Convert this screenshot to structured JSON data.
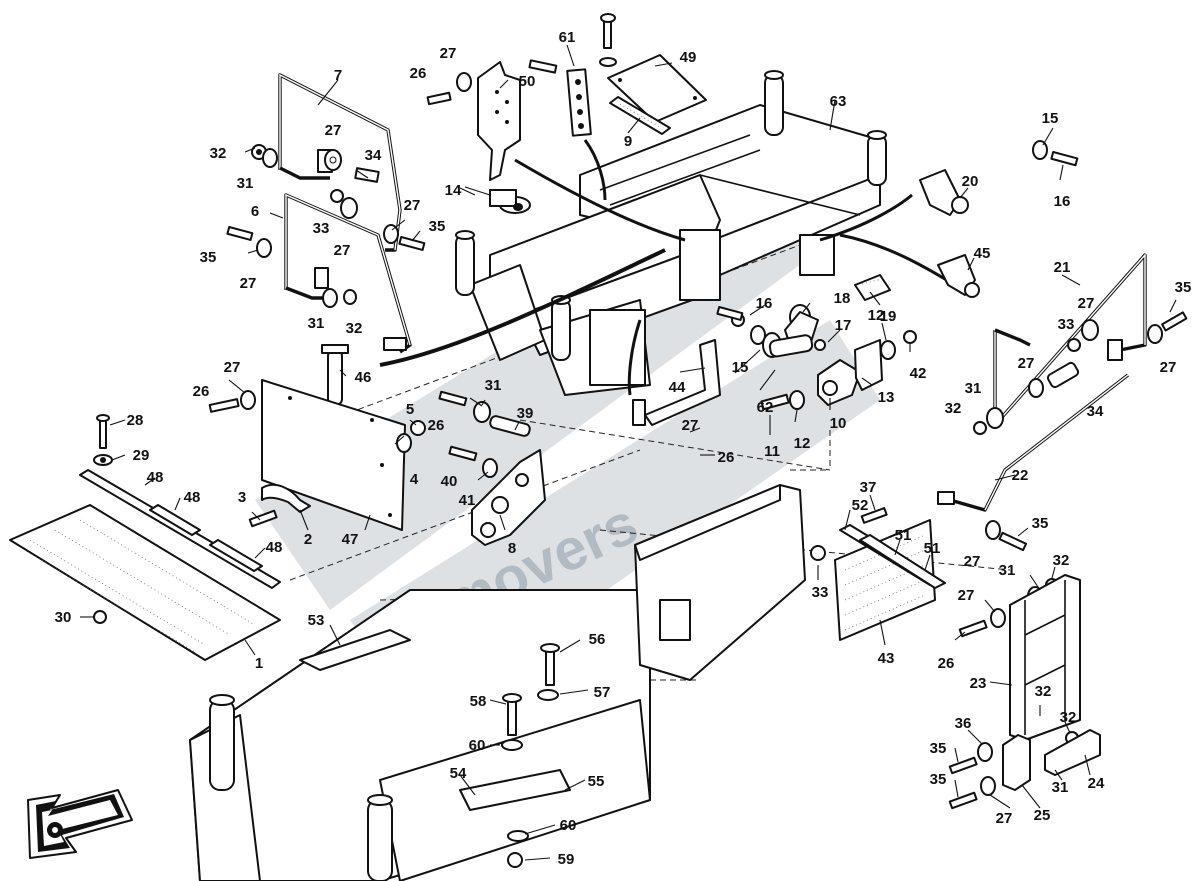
{
  "diagram": {
    "watermark": "movers",
    "callouts": [
      {
        "id": "c1",
        "label": "1"
      },
      {
        "id": "c2",
        "label": "2"
      },
      {
        "id": "c3",
        "label": "3"
      },
      {
        "id": "c4",
        "label": "4"
      },
      {
        "id": "c5",
        "label": "5"
      },
      {
        "id": "c6",
        "label": "6"
      },
      {
        "id": "c7",
        "label": "7"
      },
      {
        "id": "c8",
        "label": "8"
      },
      {
        "id": "c9",
        "label": "9"
      },
      {
        "id": "c10",
        "label": "10"
      },
      {
        "id": "c11",
        "label": "11"
      },
      {
        "id": "c12a",
        "label": "12"
      },
      {
        "id": "c12b",
        "label": "12"
      },
      {
        "id": "c13",
        "label": "13"
      },
      {
        "id": "c14",
        "label": "14"
      },
      {
        "id": "c15a",
        "label": "15"
      },
      {
        "id": "c15b",
        "label": "15"
      },
      {
        "id": "c16a",
        "label": "16"
      },
      {
        "id": "c16b",
        "label": "16"
      },
      {
        "id": "c17",
        "label": "17"
      },
      {
        "id": "c18",
        "label": "18"
      },
      {
        "id": "c19",
        "label": "19"
      },
      {
        "id": "c20",
        "label": "20"
      },
      {
        "id": "c21",
        "label": "21"
      },
      {
        "id": "c22",
        "label": "22"
      },
      {
        "id": "c23",
        "label": "23"
      },
      {
        "id": "c24",
        "label": "24"
      },
      {
        "id": "c25",
        "label": "25"
      },
      {
        "id": "c26a",
        "label": "26"
      },
      {
        "id": "c26b",
        "label": "26"
      },
      {
        "id": "c26c",
        "label": "26"
      },
      {
        "id": "c26d",
        "label": "26"
      },
      {
        "id": "c26e",
        "label": "26"
      },
      {
        "id": "c27a",
        "label": "27"
      },
      {
        "id": "c27b",
        "label": "27"
      },
      {
        "id": "c27c",
        "label": "27"
      },
      {
        "id": "c27d",
        "label": "27"
      },
      {
        "id": "c27e",
        "label": "27"
      },
      {
        "id": "c27f",
        "label": "27"
      },
      {
        "id": "c27g",
        "label": "27"
      },
      {
        "id": "c27h",
        "label": "27"
      },
      {
        "id": "c27i",
        "label": "27"
      },
      {
        "id": "c27j",
        "label": "27"
      },
      {
        "id": "c27k",
        "label": "27"
      },
      {
        "id": "c27l",
        "label": "27"
      },
      {
        "id": "c27m",
        "label": "27"
      },
      {
        "id": "c28",
        "label": "28"
      },
      {
        "id": "c29",
        "label": "29"
      },
      {
        "id": "c30",
        "label": "30"
      },
      {
        "id": "c31a",
        "label": "31"
      },
      {
        "id": "c31b",
        "label": "31"
      },
      {
        "id": "c31c",
        "label": "31"
      },
      {
        "id": "c31d",
        "label": "31"
      },
      {
        "id": "c31e",
        "label": "31"
      },
      {
        "id": "c31f",
        "label": "31"
      },
      {
        "id": "c32a",
        "label": "32"
      },
      {
        "id": "c32b",
        "label": "32"
      },
      {
        "id": "c32c",
        "label": "32"
      },
      {
        "id": "c32d",
        "label": "32"
      },
      {
        "id": "c32e",
        "label": "32"
      },
      {
        "id": "c32f",
        "label": "32"
      },
      {
        "id": "c33a",
        "label": "33"
      },
      {
        "id": "c33b",
        "label": "33"
      },
      {
        "id": "c33c",
        "label": "33"
      },
      {
        "id": "c34a",
        "label": "34"
      },
      {
        "id": "c34b",
        "label": "34"
      },
      {
        "id": "c35a",
        "label": "35"
      },
      {
        "id": "c35b",
        "label": "35"
      },
      {
        "id": "c35c",
        "label": "35"
      },
      {
        "id": "c35d",
        "label": "35"
      },
      {
        "id": "c35e",
        "label": "35"
      },
      {
        "id": "c35f",
        "label": "35"
      },
      {
        "id": "c36",
        "label": "36"
      },
      {
        "id": "c37",
        "label": "37"
      },
      {
        "id": "c39",
        "label": "39"
      },
      {
        "id": "c40",
        "label": "40"
      },
      {
        "id": "c41",
        "label": "41"
      },
      {
        "id": "c42",
        "label": "42"
      },
      {
        "id": "c43",
        "label": "43"
      },
      {
        "id": "c44",
        "label": "44"
      },
      {
        "id": "c45",
        "label": "45"
      },
      {
        "id": "c46",
        "label": "46"
      },
      {
        "id": "c47",
        "label": "47"
      },
      {
        "id": "c48a",
        "label": "48"
      },
      {
        "id": "c48b",
        "label": "48"
      },
      {
        "id": "c48c",
        "label": "48"
      },
      {
        "id": "c49",
        "label": "49"
      },
      {
        "id": "c50",
        "label": "50"
      },
      {
        "id": "c51a",
        "label": "51"
      },
      {
        "id": "c51b",
        "label": "51"
      },
      {
        "id": "c52",
        "label": "52"
      },
      {
        "id": "c53",
        "label": "53"
      },
      {
        "id": "c54",
        "label": "54"
      },
      {
        "id": "c55",
        "label": "55"
      },
      {
        "id": "c56",
        "label": "56"
      },
      {
        "id": "c57",
        "label": "57"
      },
      {
        "id": "c58",
        "label": "58"
      },
      {
        "id": "c59",
        "label": "59"
      },
      {
        "id": "c60a",
        "label": "60"
      },
      {
        "id": "c60b",
        "label": "60"
      },
      {
        "id": "c61",
        "label": "61"
      },
      {
        "id": "c62",
        "label": "62"
      },
      {
        "id": "c63",
        "label": "63"
      }
    ]
  }
}
